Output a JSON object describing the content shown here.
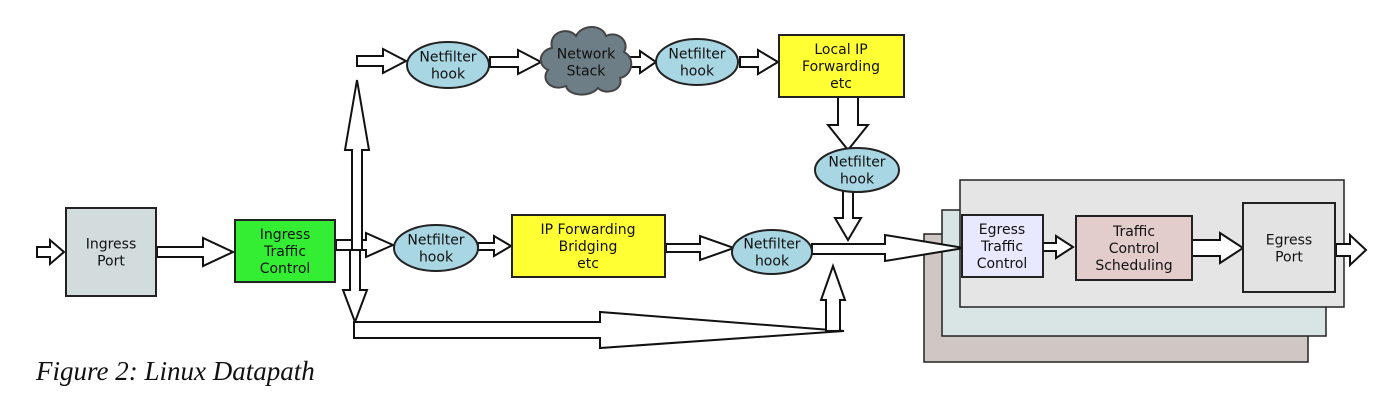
{
  "colors": {
    "ingress_port": "#d3dcdc",
    "ingress_tc": "#33ee33",
    "netfilter": "#a9d6e3",
    "network_stack": "#6e7e86",
    "yellow": "#ffff33",
    "egress_tc": "#e8e8ff",
    "tc_scheduling": "#e2cccc",
    "egress_port": "#e3e3e3",
    "egress_panel_back": "#cfc7c3",
    "egress_panel_mid": "#d9e5e5",
    "egress_panel_front": "#e5e5e5"
  },
  "nodes": {
    "ingress_port": [
      "Ingress",
      "Port"
    ],
    "ingress_tc": [
      "Ingress",
      "Traffic",
      "Control"
    ],
    "netfilter_top_left": [
      "Netfilter",
      "hook"
    ],
    "network_stack": [
      "Network",
      "Stack"
    ],
    "netfilter_top_right": [
      "Netfilter",
      "hook"
    ],
    "local_ip_forwarding": [
      "Local IP",
      "Forwarding",
      "etc"
    ],
    "netfilter_right_mid": [
      "Netfilter",
      "hook"
    ],
    "netfilter_bottom_left": [
      "Netfilter",
      "hook"
    ],
    "ip_forwarding": [
      "IP Forwarding",
      "Bridging",
      "etc"
    ],
    "netfilter_bottom_right": [
      "Netfilter",
      "hook"
    ],
    "egress_tc": [
      "Egress",
      "Traffic",
      "Control"
    ],
    "tc_scheduling": [
      "Traffic",
      "Control",
      "Scheduling"
    ],
    "egress_port": [
      "Egress",
      "Port"
    ]
  },
  "caption": "Figure 2: Linux Datapath"
}
